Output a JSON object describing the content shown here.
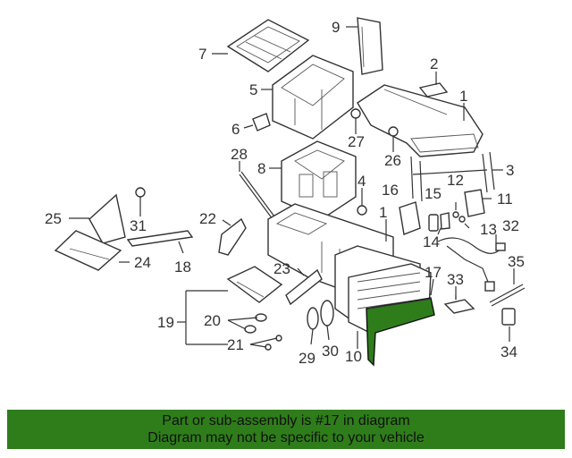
{
  "diagram": {
    "callouts": [
      "1",
      "1",
      "2",
      "3",
      "4",
      "5",
      "6",
      "7",
      "8",
      "9",
      "10",
      "11",
      "12",
      "13",
      "14",
      "15",
      "16",
      "17",
      "18",
      "19",
      "20",
      "21",
      "22",
      "23",
      "24",
      "25",
      "26",
      "27",
      "28",
      "29",
      "30",
      "31",
      "32",
      "33",
      "34",
      "35"
    ],
    "highlighted_part": "17",
    "highlight_color": "#2e7d1a",
    "line_color": "#333333"
  },
  "banner": {
    "line1": "Part or sub-assembly is #17 in diagram",
    "line2": "Diagram may not be specific to your vehicle",
    "background": "#2e7d1a"
  }
}
